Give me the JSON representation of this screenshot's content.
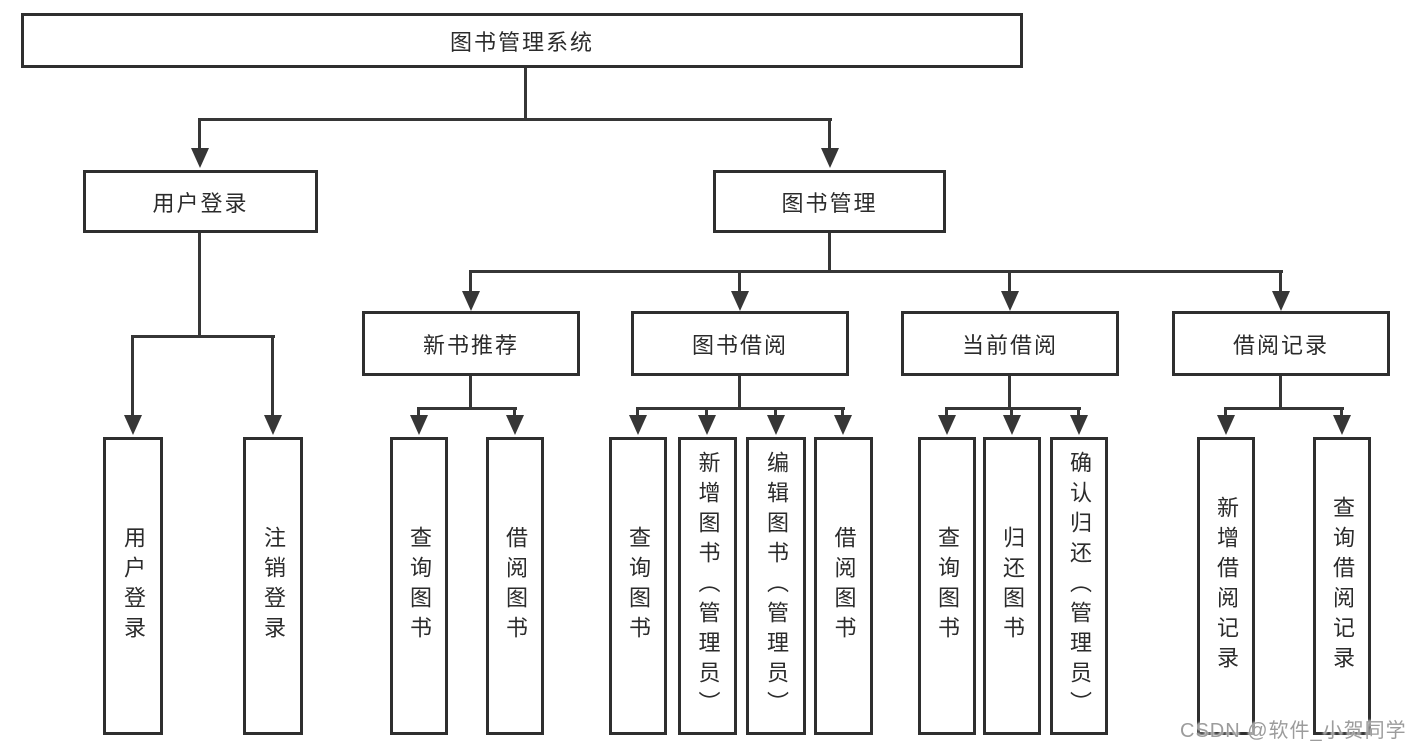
{
  "root": {
    "label": "图书管理系统"
  },
  "level2": {
    "user_login": "用户登录",
    "book_management": "图书管理"
  },
  "level3": {
    "new_book_recommend": "新书推荐",
    "book_borrowing": "图书借阅",
    "current_borrowing": "当前借阅",
    "borrowing_records": "借阅记录"
  },
  "level4": {
    "user_login_children": [
      "用户登录",
      "注销登录"
    ],
    "new_book_children": [
      "查询图书",
      "借阅图书"
    ],
    "book_borrowing_children": [
      "查询图书",
      "新增图书（管理员）",
      "编辑图书（管理员）",
      "借阅图书"
    ],
    "current_borrowing_children": [
      "查询图书",
      "归还图书",
      "确认归还（管理员）"
    ],
    "borrowing_records_children": [
      "新增借阅记录",
      "查询借阅记录"
    ]
  },
  "watermark": "CSDN @软件_小贺同学",
  "colors": {
    "line": "#363636",
    "box_border": "#2f2f2f",
    "text": "#2b2b2b",
    "watermark": "#9c9c9c",
    "background": "#ffffff"
  }
}
